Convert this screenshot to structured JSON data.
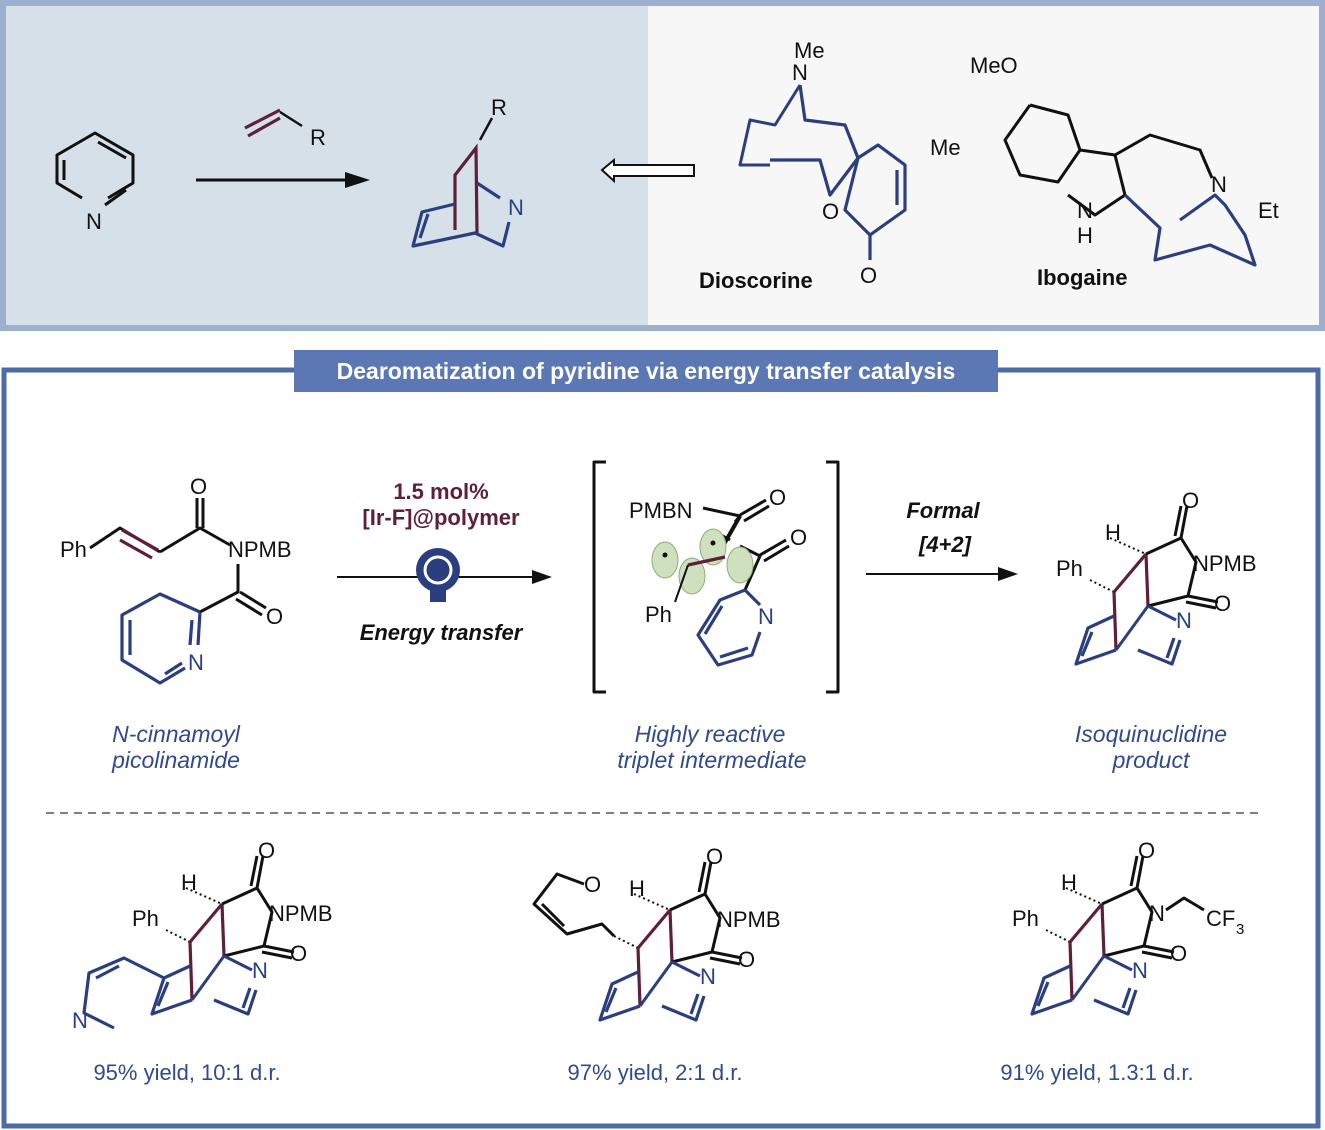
{
  "top_panel": {
    "reagent_label": "R",
    "product_label": "R",
    "pyridine_n": "N",
    "product_n": "N",
    "natural_products": [
      {
        "name": "Dioscorine",
        "labels": [
          "Me",
          "N",
          "Me",
          "O",
          "O"
        ]
      },
      {
        "name": "Ibogaine",
        "labels": [
          "MeO",
          "N",
          "H",
          "N",
          "Et"
        ]
      }
    ]
  },
  "main_panel": {
    "title": "Dearomatization of pyridine via energy transfer catalysis",
    "catalyst_loading": "1.5 mol%",
    "catalyst": "[Ir-F]@polymer",
    "energy_transfer": "Energy transfer",
    "formal": "Formal",
    "cycloaddition": "[4+2]",
    "substrate_caption": [
      "N-cinnamoyl",
      "picolinamide"
    ],
    "intermediate_caption": [
      "Highly reactive",
      "triplet intermediate"
    ],
    "product_caption": [
      "Isoquinuclidine",
      "product"
    ],
    "labels": {
      "ph": "Ph",
      "npmb": "NPMB",
      "pmbn": "PMBN",
      "o": "O",
      "n": "N",
      "h": "H",
      "cf3": "CF",
      "sub3": "3"
    },
    "examples": [
      {
        "result": "95% yield, 10:1 d.r."
      },
      {
        "result": "97% yield, 2:1 d.r."
      },
      {
        "result": "91% yield, 1.3:1 d.r."
      }
    ]
  },
  "colors": {
    "accent": "#5b78b4",
    "structure_blue": "#2b3f80",
    "maroon": "#5e1f3a",
    "top_bg": "#d6e0e8"
  }
}
